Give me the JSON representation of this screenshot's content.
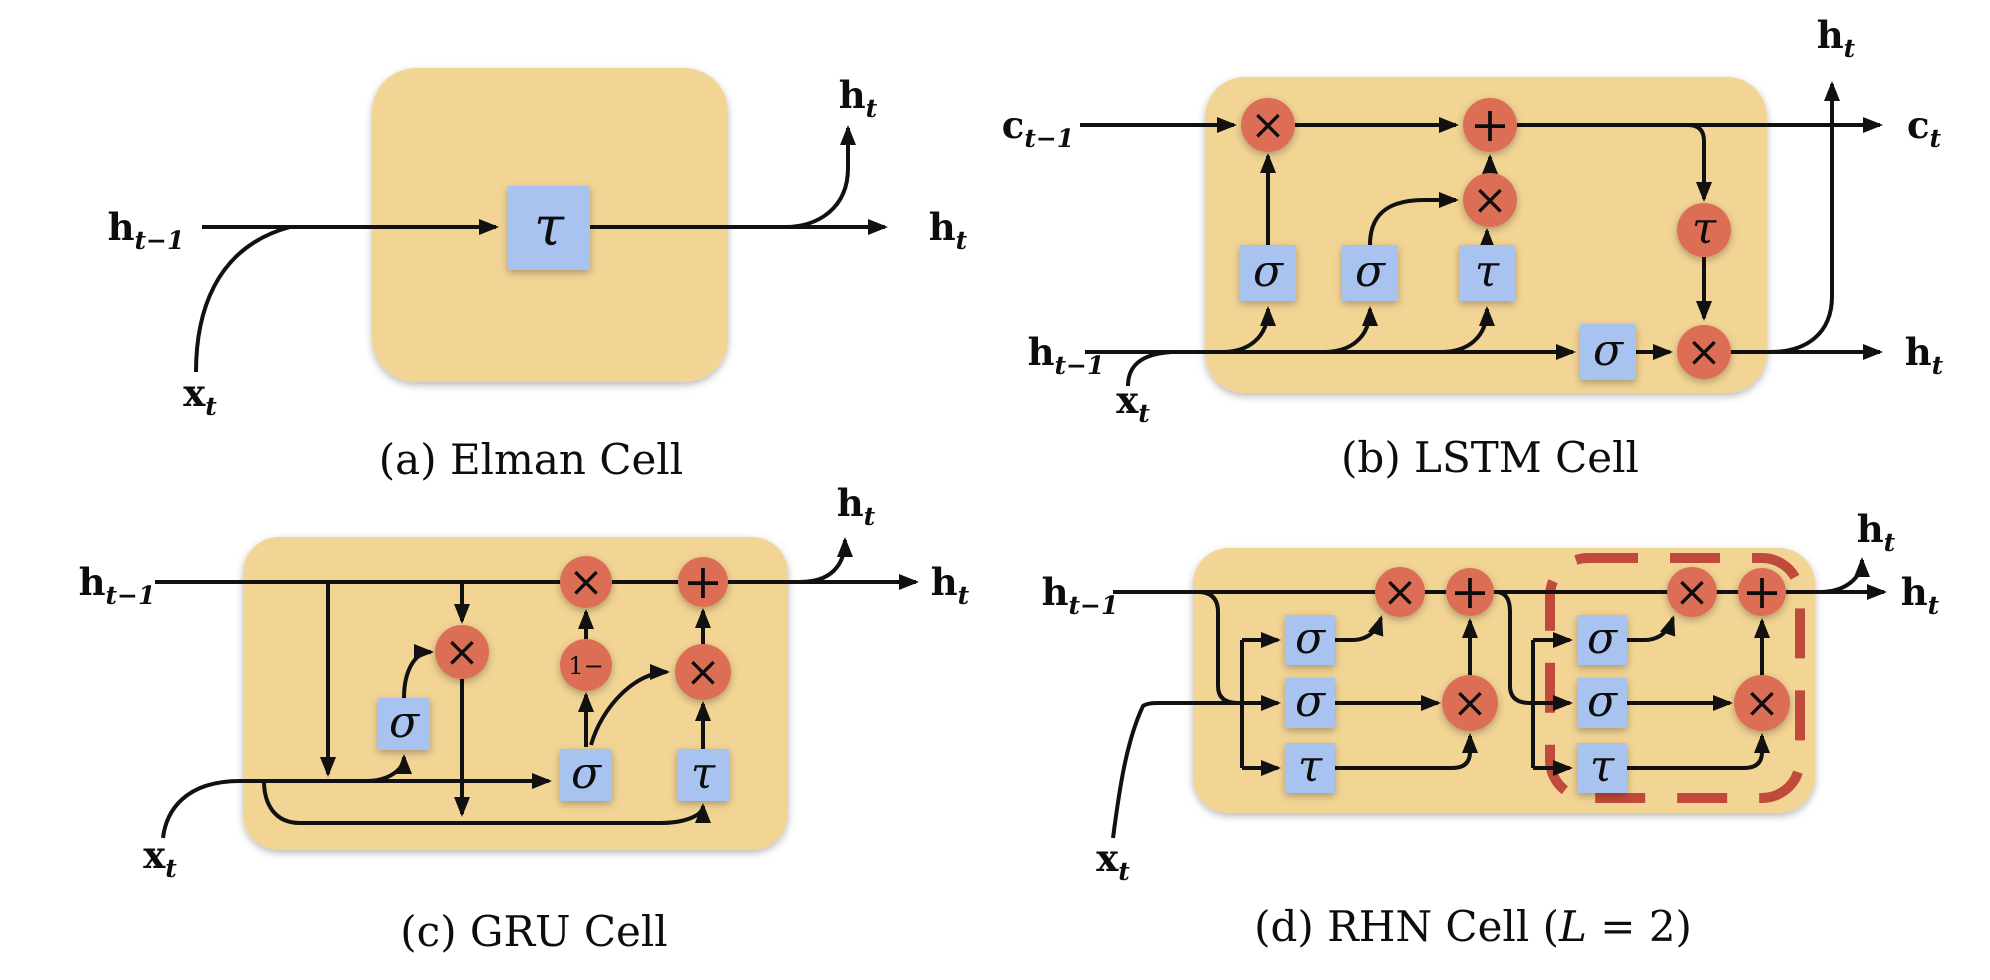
{
  "figure": {
    "colors": {
      "background": "#ffffff",
      "cell_fill": "#F2D494",
      "gate_fill": "#A8C3F0",
      "node_fill": "#DC6E55",
      "dashed_outline": "#C04A3C",
      "line": "#111111"
    },
    "ops": {
      "multiply": "×",
      "add": "+",
      "sigma": "σ",
      "tau": "τ",
      "one_minus": "1−"
    },
    "labels": {
      "h_prev": {
        "base": "h",
        "sub": "t−1"
      },
      "h": {
        "base": "h",
        "sub": "t"
      },
      "x": {
        "base": "x",
        "sub": "t"
      },
      "c_prev": {
        "base": "c",
        "sub": "t−1"
      },
      "c": {
        "base": "c",
        "sub": "t"
      }
    },
    "panels": {
      "a": {
        "caption": "(a) Elman Cell"
      },
      "b": {
        "caption": "(b) LSTM Cell"
      },
      "c": {
        "caption": "(c) GRU Cell"
      },
      "d": {
        "caption_prefix": "(d) RHN Cell (",
        "caption_variable": "L",
        "caption_suffix": " = 2)"
      }
    }
  }
}
